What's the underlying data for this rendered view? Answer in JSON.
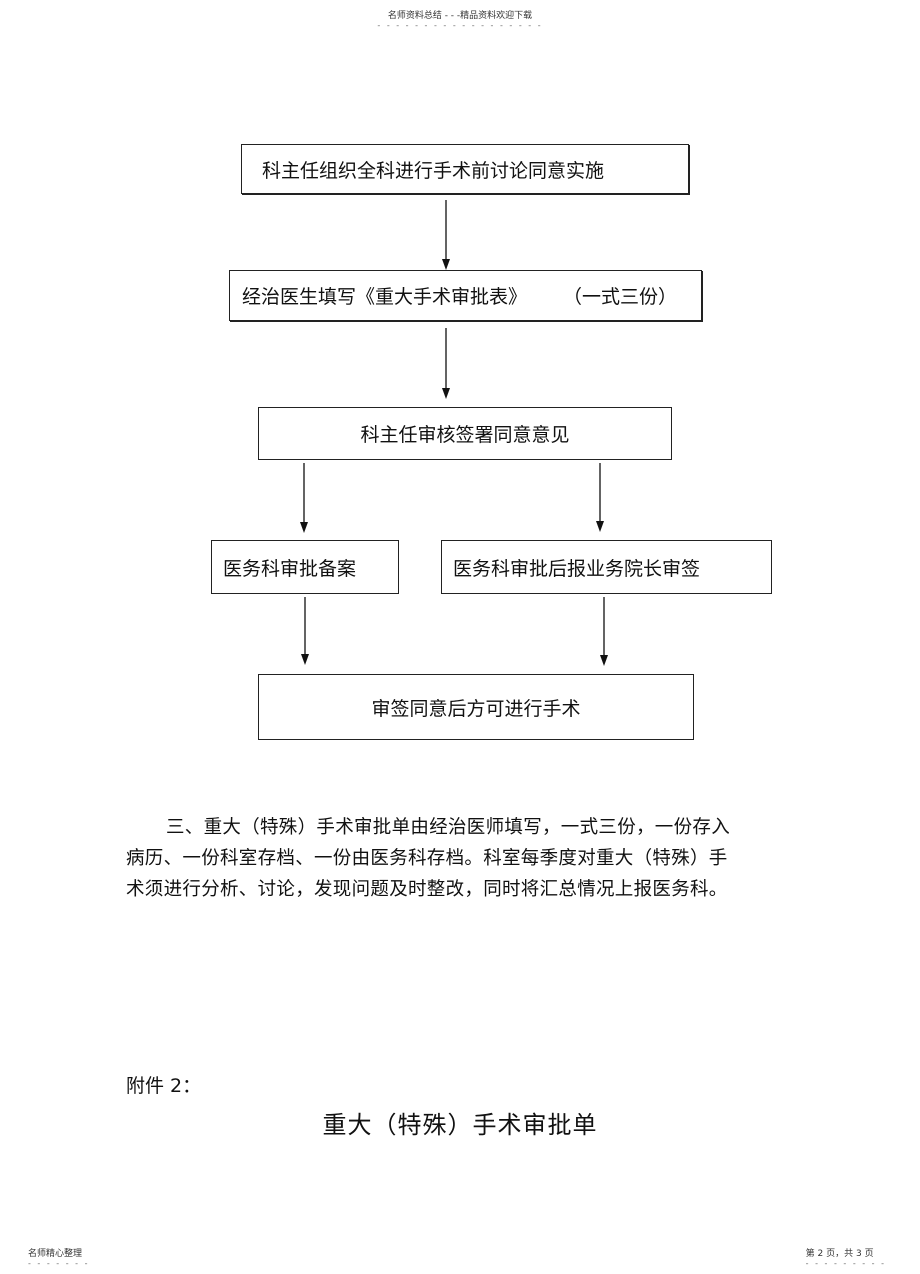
{
  "header": {
    "text": "名师资料总结 - - -精品资料欢迎下载",
    "dots": "- - - - - - - - - - - - - - - - - -"
  },
  "flowchart": {
    "step1": "科主任组织全科进行手术前讨论同意实施",
    "step2_main": "经治医生填写《重大手术审批表》",
    "step2_note": "（一式三份）",
    "step3": "科主任审核签署同意意见",
    "step4_left": "医务科审批备案",
    "step4_right": "医务科审批后报业务院长审签",
    "step5": "审签同意后方可进行手术"
  },
  "paragraph": {
    "line1": "三、重大（特殊）手术审批单由经治医师填写，一式三份，一份存入",
    "line2": "病历、一份科室存档、一份由医务科存档。科室每季度对重大（特殊）手",
    "line3": "术须进行分析、讨论，发现问题及时整改，同时将汇总情况上报医务科。"
  },
  "attachment": {
    "label": "附件 2：",
    "form_title": "重大（特殊）手术审批单"
  },
  "footer": {
    "left_text": "名师精心整理",
    "left_dots": "- - - - - - -",
    "right_text": "第 2 页，共 3 页",
    "right_dots": "- - - - - - - - -"
  }
}
